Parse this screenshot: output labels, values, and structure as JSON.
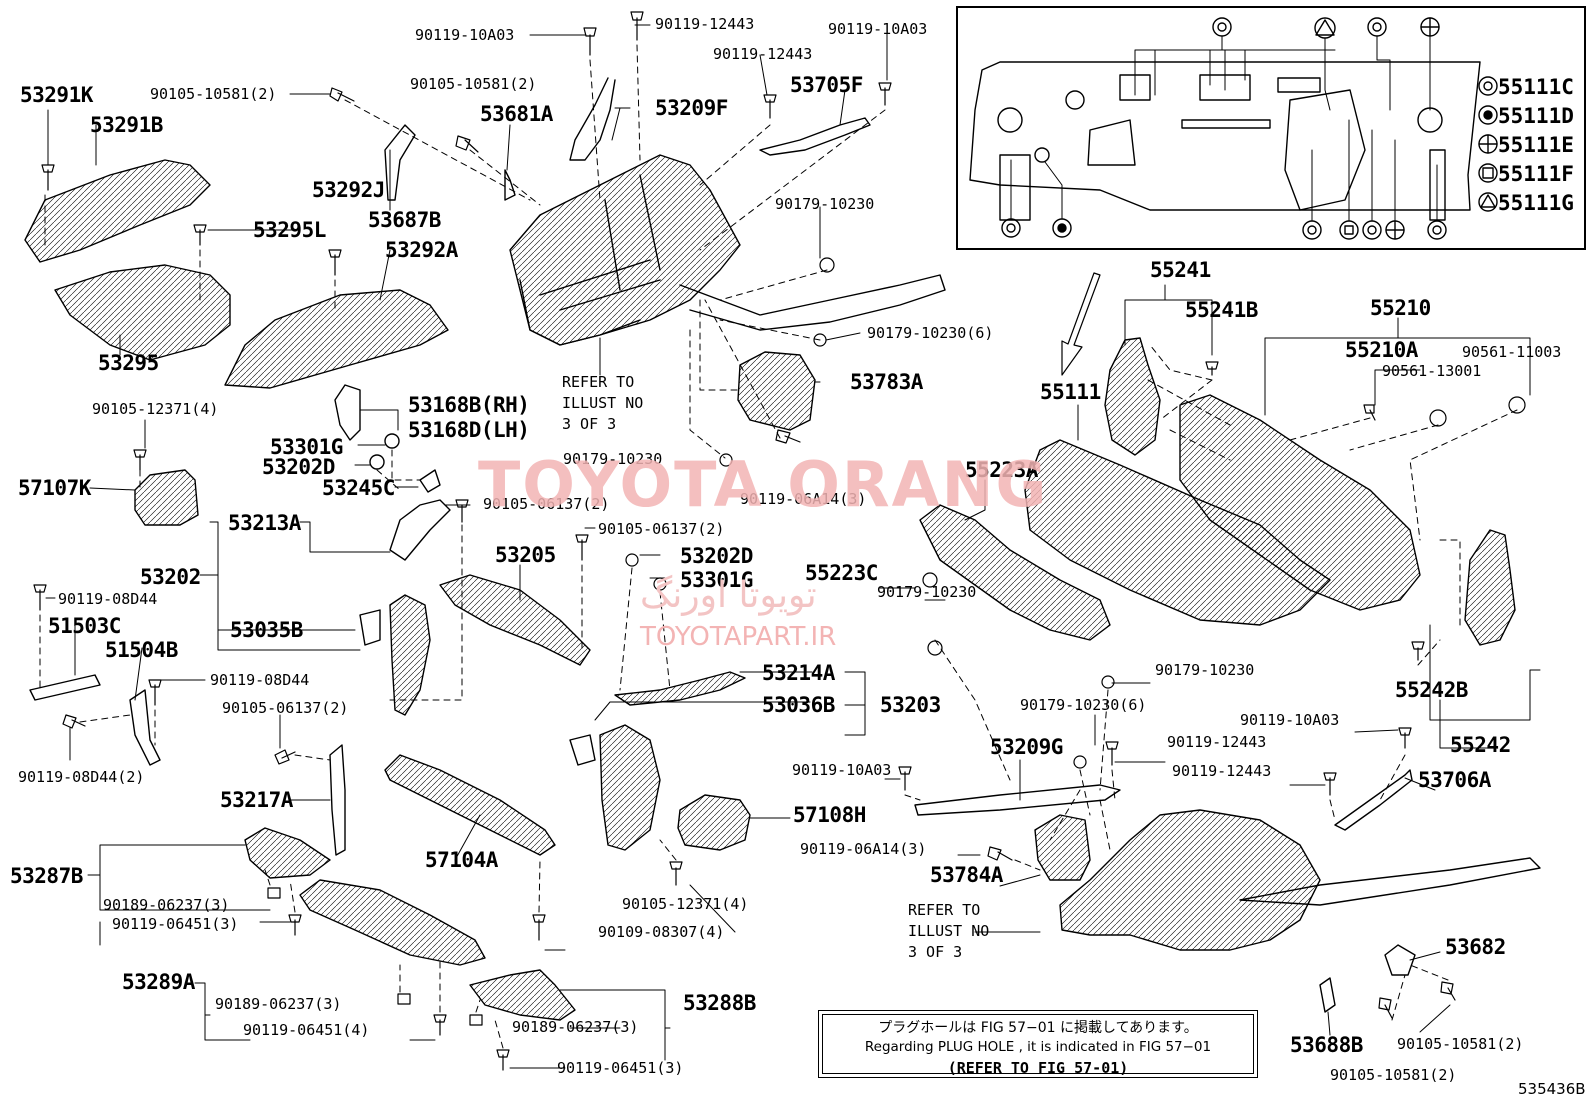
{
  "labels": {
    "l53291K": "53291K",
    "l53291B": "53291B",
    "l90105_10581_2_a": "90105-10581(2)",
    "l90119_10A03_a": "90119-10A03",
    "l90119_12443_a": "90119-12443",
    "l90119_12443_b": "90119-12443",
    "l90119_10A03_b": "90119-10A03",
    "l90105_10581_2_b": "90105-10581(2)",
    "l53681A": "53681A",
    "l53209F": "53209F",
    "l53705F": "53705F",
    "l53292J": "53292J",
    "l53687B": "53687B",
    "l53295L": "53295L",
    "l53292A": "53292A",
    "l90179_10230_a": "90179-10230",
    "l90179_10230_6_a": "90179-10230(6)",
    "l53295": "53295",
    "l90105_12371_4_a": "90105-12371(4)",
    "l53783A": "53783A",
    "l53168B": "53168B(RH)",
    "l53168D": "53168D(LH)",
    "l53301G_a": "53301G",
    "l53202D_a": "53202D",
    "l57107K": "57107K",
    "l53245C": "53245C",
    "l90179_10230_b": "90179-10230",
    "l90119_06A14_3_a": "90119-06A14(3)",
    "l53213A": "53213A",
    "l90105_06137_2_a": "90105-06137(2)",
    "l90105_06137_2_b": "90105-06137(2)",
    "l53202D_b": "53202D",
    "l53301G_b": "53301G",
    "l53202": "53202",
    "l53205": "53205",
    "l90119_08D44_a": "90119-08D44",
    "l51503C": "51503C",
    "l53035B": "53035B",
    "l51504B": "51504B",
    "l90119_08D44_b": "90119-08D44",
    "l90105_06137_2_c": "90105-06137(2)",
    "l90119_08D44_2": "90119-08D44(2)",
    "l53214A": "53214A",
    "l53036B": "53036B",
    "l53203": "53203",
    "l53217A": "53217A",
    "l57108H": "57108H",
    "l57104A": "57104A",
    "l53287B": "53287B",
    "l90189_06237_3_a": "90189-06237(3)",
    "l90119_06451_3_a": "90119-06451(3)",
    "l90105_12371_4_b": "90105-12371(4)",
    "l90109_08307_4": "90109-08307(4)",
    "l53289A": "53289A",
    "l90189_06237_3_b": "90189-06237(3)",
    "l90119_06451_4": "90119-06451(4)",
    "l90189_06237_3_c": "90189-06237(3)",
    "l53288B": "53288B",
    "l90119_06451_3_b": "90119-06451(3)",
    "l55241": "55241",
    "l55241B": "55241B",
    "l55210": "55210",
    "l55210A": "55210A",
    "l90561_11003": "90561-11003",
    "l90561_13001": "90561-13001",
    "l55111": "55111",
    "l55223A": "55223A",
    "l55223C": "55223C",
    "l90179_10230_c": "90179-10230",
    "l90179_10230_d": "90179-10230",
    "l90179_10230_6_b": "90179-10230(6)",
    "l53209G": "53209G",
    "l90119_12443_c": "90119-12443",
    "l90119_10A03_c": "90119-10A03",
    "l90119_12443_d": "90119-12443",
    "l53706A": "53706A",
    "l55242B": "55242B",
    "l55242": "55242",
    "l90119_10A03_d": "90119-10A03",
    "l90119_06A14_3_b": "90119-06A14(3)",
    "l53784A": "53784A",
    "l53682": "53682",
    "l53688B": "53688B",
    "l90105_10581_2_c": "90105-10581(2)",
    "l90105_10581_2_d": "90105-10581(2)"
  },
  "refer_a": "REFER TO\nILLUST NO\n3 OF 3",
  "refer_b": "REFER TO\nILLUST NO\n3 OF 3",
  "legend": [
    {
      "symbol": "◎",
      "code": "55111C"
    },
    {
      "symbol": "◉",
      "code": "55111D"
    },
    {
      "symbol": "⊕",
      "code": "55111E"
    },
    {
      "symbol": "▣",
      "code": "55111F"
    },
    {
      "symbol": "◬",
      "code": "55111G"
    }
  ],
  "note": {
    "jp": "プラグホールは FIG 57−01 に掲載してあります。",
    "en": "Regarding  PLUG  HOLE , it is indicated in FIG  57−01",
    "ref": "(REFER TO FIG 57-01)"
  },
  "watermark": {
    "main": "TOYOTA ORANG",
    "site": "TOYOTAPART.IR",
    "fa": "تویوتا اورنگ"
  },
  "figure_number": "535436B",
  "colors": {
    "watermark": "#f3b4b4",
    "line": "#000000"
  }
}
